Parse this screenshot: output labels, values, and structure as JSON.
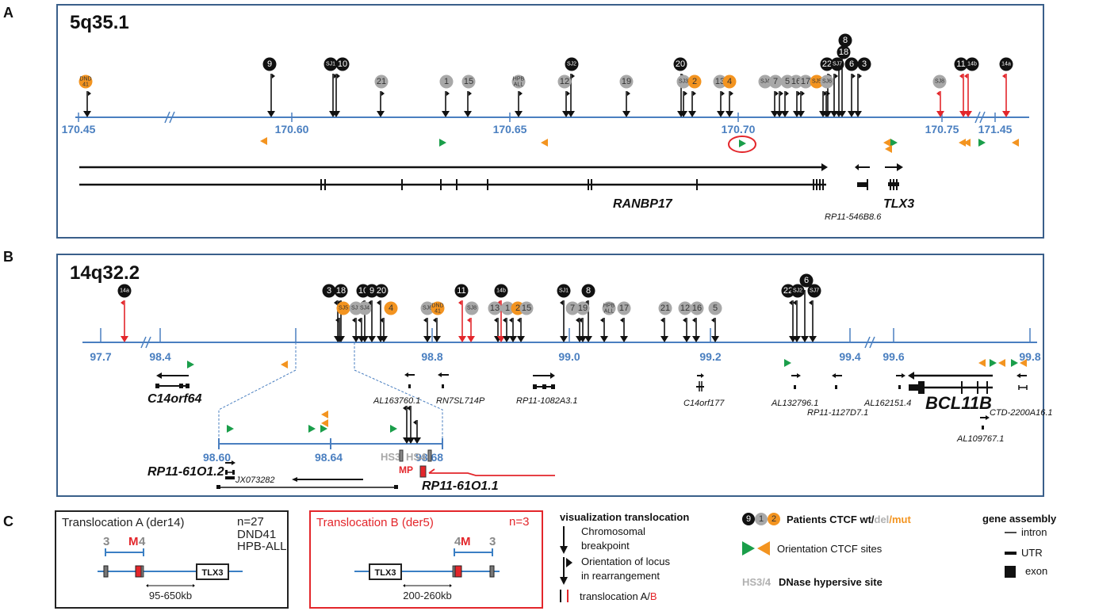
{
  "colors": {
    "axis": "#4a7fc0",
    "frame": "#3a5f8a",
    "wt": "#111111",
    "del": "#a8a8a8",
    "mut": "#f39420",
    "forward_ctcf": "#1a9e4a",
    "reverse_ctcf": "#f39420",
    "transB": "#e3262b"
  },
  "panelA": {
    "letter": "A",
    "region": "5q35.1",
    "ticks": [
      "170.45",
      "170.60",
      "170.65",
      "170.70",
      "170.75",
      "171.45"
    ],
    "breakpoints": [
      {
        "label": "DND 41",
        "type": "mut"
      },
      {
        "label": "9",
        "type": "wt"
      },
      {
        "label": "SJ1",
        "type": "wt"
      },
      {
        "label": "10",
        "type": "wt"
      },
      {
        "label": "21",
        "type": "del"
      },
      {
        "label": "1",
        "type": "del"
      },
      {
        "label": "15",
        "type": "del"
      },
      {
        "label": "HPB ALL",
        "type": "del"
      },
      {
        "label": "12",
        "type": "del"
      },
      {
        "label": "SJ2",
        "type": "wt"
      },
      {
        "label": "19",
        "type": "del"
      },
      {
        "label": "20",
        "type": "wt"
      },
      {
        "label": "SJ3",
        "type": "del"
      },
      {
        "label": "2",
        "type": "mut"
      },
      {
        "label": "13",
        "type": "del"
      },
      {
        "label": "4",
        "type": "mut"
      },
      {
        "label": "SJ4",
        "type": "del"
      },
      {
        "label": "7",
        "type": "del"
      },
      {
        "label": "5",
        "type": "del"
      },
      {
        "label": "16",
        "type": "del"
      },
      {
        "label": "17",
        "type": "del"
      },
      {
        "label": "SJ5",
        "type": "mut"
      },
      {
        "label": "SJ6",
        "type": "del"
      },
      {
        "label": "22",
        "type": "wt"
      },
      {
        "label": "SJ7",
        "type": "wt"
      },
      {
        "label": "18",
        "type": "wt"
      },
      {
        "label": "8",
        "type": "wt"
      },
      {
        "label": "6",
        "type": "wt"
      },
      {
        "label": "3",
        "type": "wt"
      },
      {
        "label": "SJ8",
        "type": "del"
      },
      {
        "label": "11",
        "type": "wt"
      },
      {
        "label": "14b",
        "type": "wt"
      },
      {
        "label": "14a",
        "type": "wt"
      }
    ],
    "genes": [
      "RANBP17",
      "TLX3",
      "RP11-546B8.6"
    ]
  },
  "panelB": {
    "letter": "B",
    "region": "14q32.2",
    "ticks": [
      "97.7",
      "98.4",
      "98.8",
      "99.0",
      "99.2",
      "99.4",
      "99.6",
      "99.8"
    ],
    "breakpoints": [
      {
        "label": "14a",
        "type": "wt"
      },
      {
        "label": "3",
        "type": "wt"
      },
      {
        "label": "18",
        "type": "wt"
      },
      {
        "label": "SJ5",
        "type": "mut"
      },
      {
        "label": "SJ3",
        "type": "del"
      },
      {
        "label": "SJ4",
        "type": "del"
      },
      {
        "label": "10",
        "type": "wt"
      },
      {
        "label": "9",
        "type": "wt"
      },
      {
        "label": "20",
        "type": "wt"
      },
      {
        "label": "4",
        "type": "mut"
      },
      {
        "label": "SJ6",
        "type": "del"
      },
      {
        "label": "DND 41",
        "type": "mut"
      },
      {
        "label": "11",
        "type": "wt"
      },
      {
        "label": "SJ8",
        "type": "del"
      },
      {
        "label": "13",
        "type": "del"
      },
      {
        "label": "14b",
        "type": "wt"
      },
      {
        "label": "1",
        "type": "del"
      },
      {
        "label": "2",
        "type": "mut"
      },
      {
        "label": "15",
        "type": "del"
      },
      {
        "label": "SJ1",
        "type": "wt"
      },
      {
        "label": "7",
        "type": "del"
      },
      {
        "label": "19",
        "type": "del"
      },
      {
        "label": "8",
        "type": "wt"
      },
      {
        "label": "HPB ALL",
        "type": "del"
      },
      {
        "label": "17",
        "type": "del"
      },
      {
        "label": "21",
        "type": "del"
      },
      {
        "label": "12",
        "type": "del"
      },
      {
        "label": "16",
        "type": "del"
      },
      {
        "label": "5",
        "type": "del"
      },
      {
        "label": "22",
        "type": "wt"
      },
      {
        "label": "SJ2",
        "type": "wt"
      },
      {
        "label": "6",
        "type": "wt"
      },
      {
        "label": "SJ7",
        "type": "wt"
      }
    ],
    "genes": [
      "C14orf64",
      "AL163760.1",
      "RN7SL714P",
      "RP11-1082A3.1",
      "C14orf177",
      "AL132796.1",
      "RP11-1127D7.1",
      "AL162151.4",
      "BCL11B",
      "CTD-2200A16.1",
      "AL109767.1"
    ],
    "inset": {
      "ticks": [
        "98.60",
        "98.64",
        "98.68"
      ],
      "hs3": "HS3",
      "hs4": "HS4",
      "mp": "MP",
      "genes": [
        "RP11-61O1.2",
        "JX073282",
        "RP11-61O1.1"
      ]
    }
  },
  "panelC": {
    "letter": "C",
    "boxA": {
      "title": "Translocation A (der14)",
      "n": "n=27",
      "lines": [
        "DND41",
        "HPB-ALL"
      ],
      "label3": "3",
      "labelM": "M",
      "label4": "4",
      "gene": "TLX3",
      "distance": "95-650kb"
    },
    "boxB": {
      "title": "Translocation  B (der5)",
      "n": "n=3",
      "label4": "4",
      "labelM": "M",
      "label3": "3",
      "gene": "TLX3",
      "distance": "200-260kb"
    },
    "legend": {
      "viz_title": "visualization translocation",
      "breakpoint": [
        "Chromosomal",
        "breakpoint"
      ],
      "orientation": [
        "Orientation of locus",
        "in rearrangement"
      ],
      "translocation_ab": "translocation A/",
      "translocation_b": "B",
      "badge_examples": [
        "9",
        "1",
        "2"
      ],
      "patients_prefix": "Patients CTCF wt/",
      "patients_del": "del",
      "patients_slash": "/",
      "patients_mut": "mut",
      "ctcf_orientation": "Orientation CTCF sites",
      "hs_label": "HS3/4",
      "hs_text": "DNase hypersive site",
      "gene_assembly_title": "gene assembly",
      "intron": "intron",
      "utr": "UTR",
      "exon": "exon"
    }
  }
}
